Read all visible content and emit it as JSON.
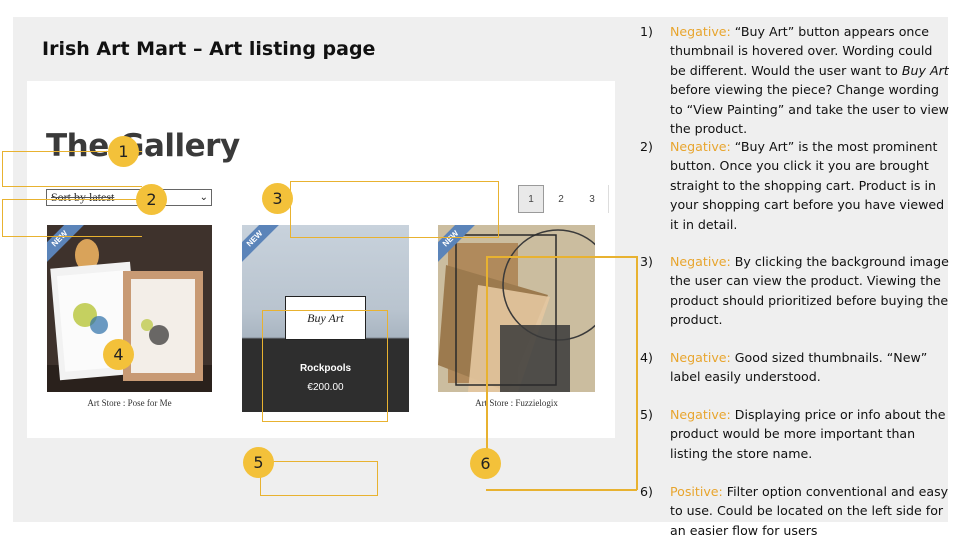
{
  "slide": {
    "title": "Irish Art Mart – Art listing page"
  },
  "page": {
    "title": "The Gallery",
    "sort": {
      "selected": "Sort by latest"
    },
    "pagination": [
      "1",
      "2",
      "3"
    ],
    "products": [
      {
        "badge": "NEW",
        "caption": "Art Store : Pose for Me"
      },
      {
        "badge": "NEW",
        "buy_label": "Buy Art",
        "name": "Rockpools",
        "price": "€200.00"
      },
      {
        "badge": "NEW",
        "caption": "Art Store : Fuzzielogix"
      }
    ]
  },
  "markers": [
    "1",
    "2",
    "3",
    "4",
    "5",
    "6"
  ],
  "notes": [
    {
      "num": "1)",
      "label": "Negative:",
      "text_a": " “Buy Art” button appears once thumbnail is hovered over. Wording could be different. Would the user want to ",
      "text_em": "Buy Art",
      "text_b": " before viewing the piece? Change wording to “View Painting” and take the user to view the product."
    },
    {
      "num": "2)",
      "label": "Negative:",
      "text": " “Buy Art” is the most prominent button. Once you click it you are brought straight to the shopping cart. Product is in your shopping cart before you have viewed it in detail."
    },
    {
      "num": "3)",
      "label": "Negative:",
      "text": " By clicking the background image the user can view the product. Viewing the product should prioritized before buying the product."
    },
    {
      "num": "4)",
      "label": "Negative:",
      "text": " Good sized thumbnails. “New” label easily understood."
    },
    {
      "num": "5)",
      "label": "Negative:",
      "text": " Displaying price or info about the product would be more important than listing the store name."
    },
    {
      "num": "6)",
      "label": "Positive:",
      "text": " Filter option conventional and easy to use.  Could be located on the left side for an easier flow for users"
    }
  ],
  "colors": {
    "accent": "#e8b230",
    "badge": "#f3c13a",
    "ribbon": "#5b84b9",
    "label": "#e8a52e"
  }
}
